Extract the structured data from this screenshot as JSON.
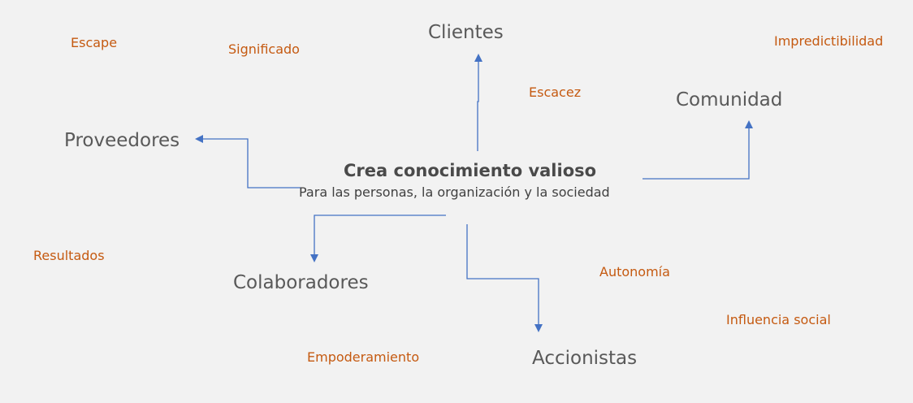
{
  "center": {
    "title": "Crea conocimiento valioso",
    "subtitle": "Para las personas, la organización y la sociedad"
  },
  "nodes": {
    "clientes": "Clientes",
    "comunidad": "Comunidad",
    "proveedores": "Proveedores",
    "colaboradores": "Colaboradores",
    "accionistas": "Accionistas"
  },
  "keywords": {
    "escape": "Escape",
    "significado": "Significado",
    "escacez": "Escacez",
    "impredictibilidad": "Impredictibilidad",
    "resultados": "Resultados",
    "autonomia": "Autonomía",
    "influencia_social": "Influencia social",
    "empoderamiento": "Empoderamiento"
  },
  "colors": {
    "node_text": "#595959",
    "keyword_text": "#c55a11",
    "connector": "#4472c4",
    "background": "#f2f2f2"
  }
}
